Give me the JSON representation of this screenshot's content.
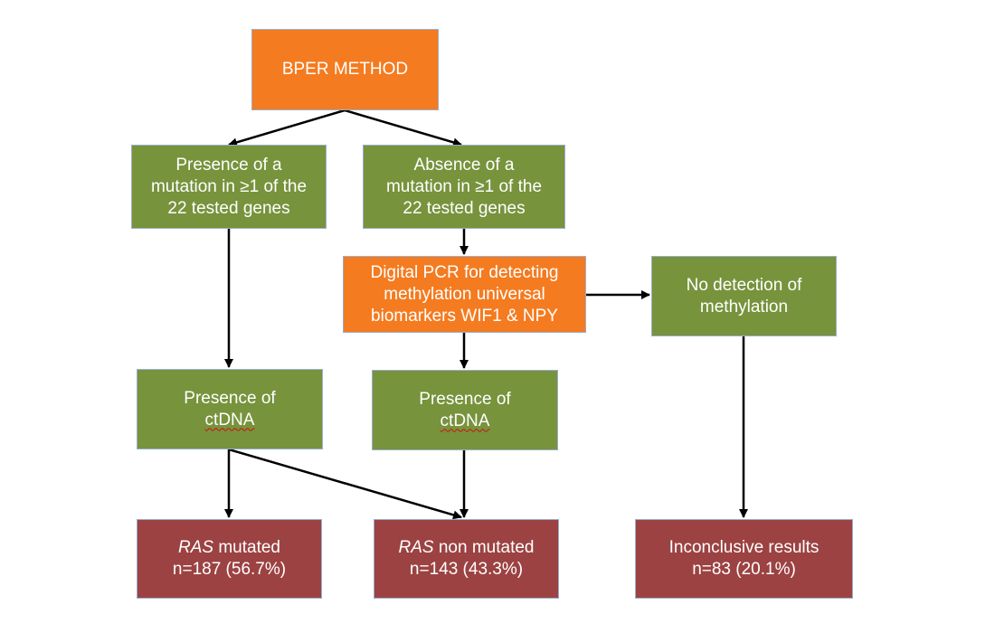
{
  "flowchart": {
    "root": {
      "label": "BPER METHOD",
      "color": "#f47b20"
    },
    "presence_mutation": {
      "lines": [
        "Presence of a",
        "mutation in ≥1 of the",
        "22 tested genes"
      ],
      "color": "#77933c"
    },
    "absence_mutation": {
      "lines": [
        "Absence of a",
        "mutation in ≥1 of the",
        "22 tested genes"
      ],
      "color": "#77933c"
    },
    "digital_pcr": {
      "lines": [
        "Digital PCR for detecting",
        "methylation universal",
        "biomarkers WIF1 & NPY"
      ],
      "color": "#f47b20"
    },
    "no_methylation": {
      "lines": [
        "No detection of",
        "methylation"
      ],
      "color": "#77933c"
    },
    "ctdna_left": {
      "line1": "Presence of",
      "line2": "ctDNA",
      "color": "#77933c"
    },
    "ctdna_right": {
      "line1": "Presence of",
      "line2": "ctDNA",
      "color": "#77933c"
    },
    "ras_mutated": {
      "gene": "RAS",
      "status": " mutated",
      "count": "n=187 (56.7%)",
      "color": "#9c4242"
    },
    "ras_non_mutated": {
      "gene": "RAS",
      "status": " non mutated",
      "count": "n=143 (43.3%)",
      "color": "#9c4242"
    },
    "inconclusive": {
      "label": "Inconclusive results",
      "count": "n=83 (20.1%)",
      "color": "#9c4242"
    }
  }
}
